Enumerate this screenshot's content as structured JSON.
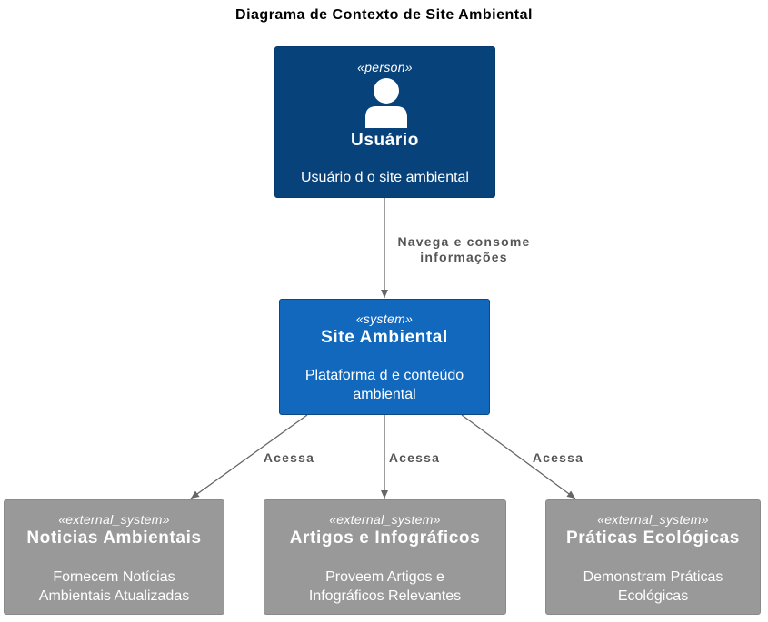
{
  "title": "Diagrama de Contexto de Site Ambiental",
  "colors": {
    "person_fill": "#08427b",
    "system_fill": "#1168bd",
    "external_fill": "#999999",
    "edge": "#666666",
    "edge_label": "#555555"
  },
  "nodes": {
    "usuario": {
      "stereotype": "«person»",
      "name": "Usuário",
      "description": "Usuário d o site ambiental",
      "icon": "person-icon"
    },
    "site": {
      "stereotype": "«system»",
      "name": "Site Ambiental",
      "description_line1": "Plataforma d e conteúdo",
      "description_line2": "ambiental"
    },
    "noticias": {
      "stereotype": "«external_system»",
      "name": "Noticias Ambientais",
      "description_line1": "Fornecem Notícias",
      "description_line2": "Ambientais Atualizadas"
    },
    "artigos": {
      "stereotype": "«external_system»",
      "name": "Artigos e Infográficos",
      "description_line1": "Proveem Artigos e",
      "description_line2": "Infográficos Relevantes"
    },
    "praticas": {
      "stereotype": "«external_system»",
      "name": "Práticas Ecológicas",
      "description_line1": "Demonstram Práticas",
      "description_line2": "Ecológicas"
    }
  },
  "edges": {
    "usuario_site": {
      "label_line1": "Navega e consome",
      "label_line2": "informações"
    },
    "site_noticias": {
      "label": "Acessa"
    },
    "site_artigos": {
      "label": "Acessa"
    },
    "site_praticas": {
      "label": "Acessa"
    }
  }
}
